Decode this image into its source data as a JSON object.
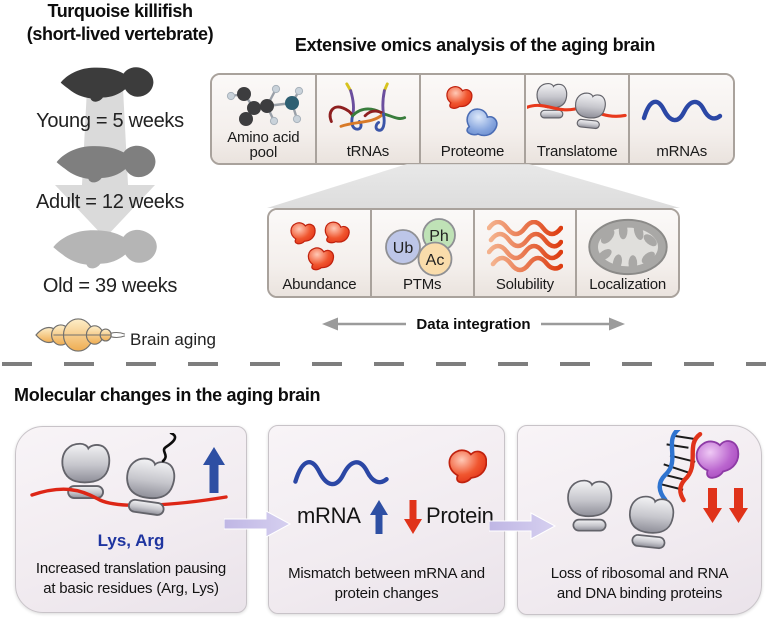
{
  "left_panel": {
    "title_line1": "Turquoise killifish",
    "title_line2": "(short-lived vertebrate)",
    "stages": [
      {
        "label": "Young = 5 weeks",
        "color": "#3c3c3c"
      },
      {
        "label": "Adult = 12 weeks",
        "color": "#7f7f7f"
      },
      {
        "label": "Old = 39 weeks",
        "color": "#b5b5b5"
      }
    ],
    "brain_label": "Brain aging"
  },
  "omics": {
    "section_title": "Extensive omics analysis of the aging brain",
    "top_row": [
      {
        "label": "Amino acid pool",
        "icon": "amino-acid-molecule-icon"
      },
      {
        "label": "tRNAs",
        "icon": "trna-cloverleaf-icon"
      },
      {
        "label": "Proteome",
        "icon": "protein-blobs-icon"
      },
      {
        "label": "Translatome",
        "icon": "ribosomes-mrna-icon"
      },
      {
        "label": "mRNAs",
        "icon": "mrna-wave-icon"
      }
    ],
    "sub_row": [
      {
        "label": "Abundance",
        "icon": "red-protein-blobs-icon"
      },
      {
        "label": "PTMs",
        "icon": "ptm-circles-icon",
        "circles": [
          "Ub",
          "Ph",
          "Ac"
        ]
      },
      {
        "label": "Solubility",
        "icon": "aggregation-waves-icon"
      },
      {
        "label": "Localization",
        "icon": "mitochondrion-icon"
      }
    ],
    "data_integration_label": "Data integration"
  },
  "molecular": {
    "section_title": "Molecular changes in the aging brain",
    "cards": [
      {
        "residues_label": "Lys, Arg",
        "caption1": "Increased translation pausing",
        "caption2": "at basic residues (Arg, Lys)"
      },
      {
        "mrna_label": "mRNA",
        "protein_label": "Protein",
        "caption1": "Mismatch between mRNA and",
        "caption2": "protein changes"
      },
      {
        "caption1": "Loss of ribosomal and RNA",
        "caption2": "and DNA binding proteins"
      }
    ]
  },
  "colors": {
    "accent_red": "#e0331a",
    "accent_blue": "#2e4fa3",
    "mrna_blue": "#2b47a5",
    "residues_blue": "#1f35a0",
    "purple_arrow": "#c3bbe7",
    "brain_orange": "#f0ad56",
    "gray_arrow": "#dadada",
    "box_border": "#a9a29c",
    "ub_fill": "#bdc6e8",
    "ph_fill": "#bfe2b6",
    "ac_fill": "#f9dcab",
    "solubility_orange": "#dd3c10"
  }
}
